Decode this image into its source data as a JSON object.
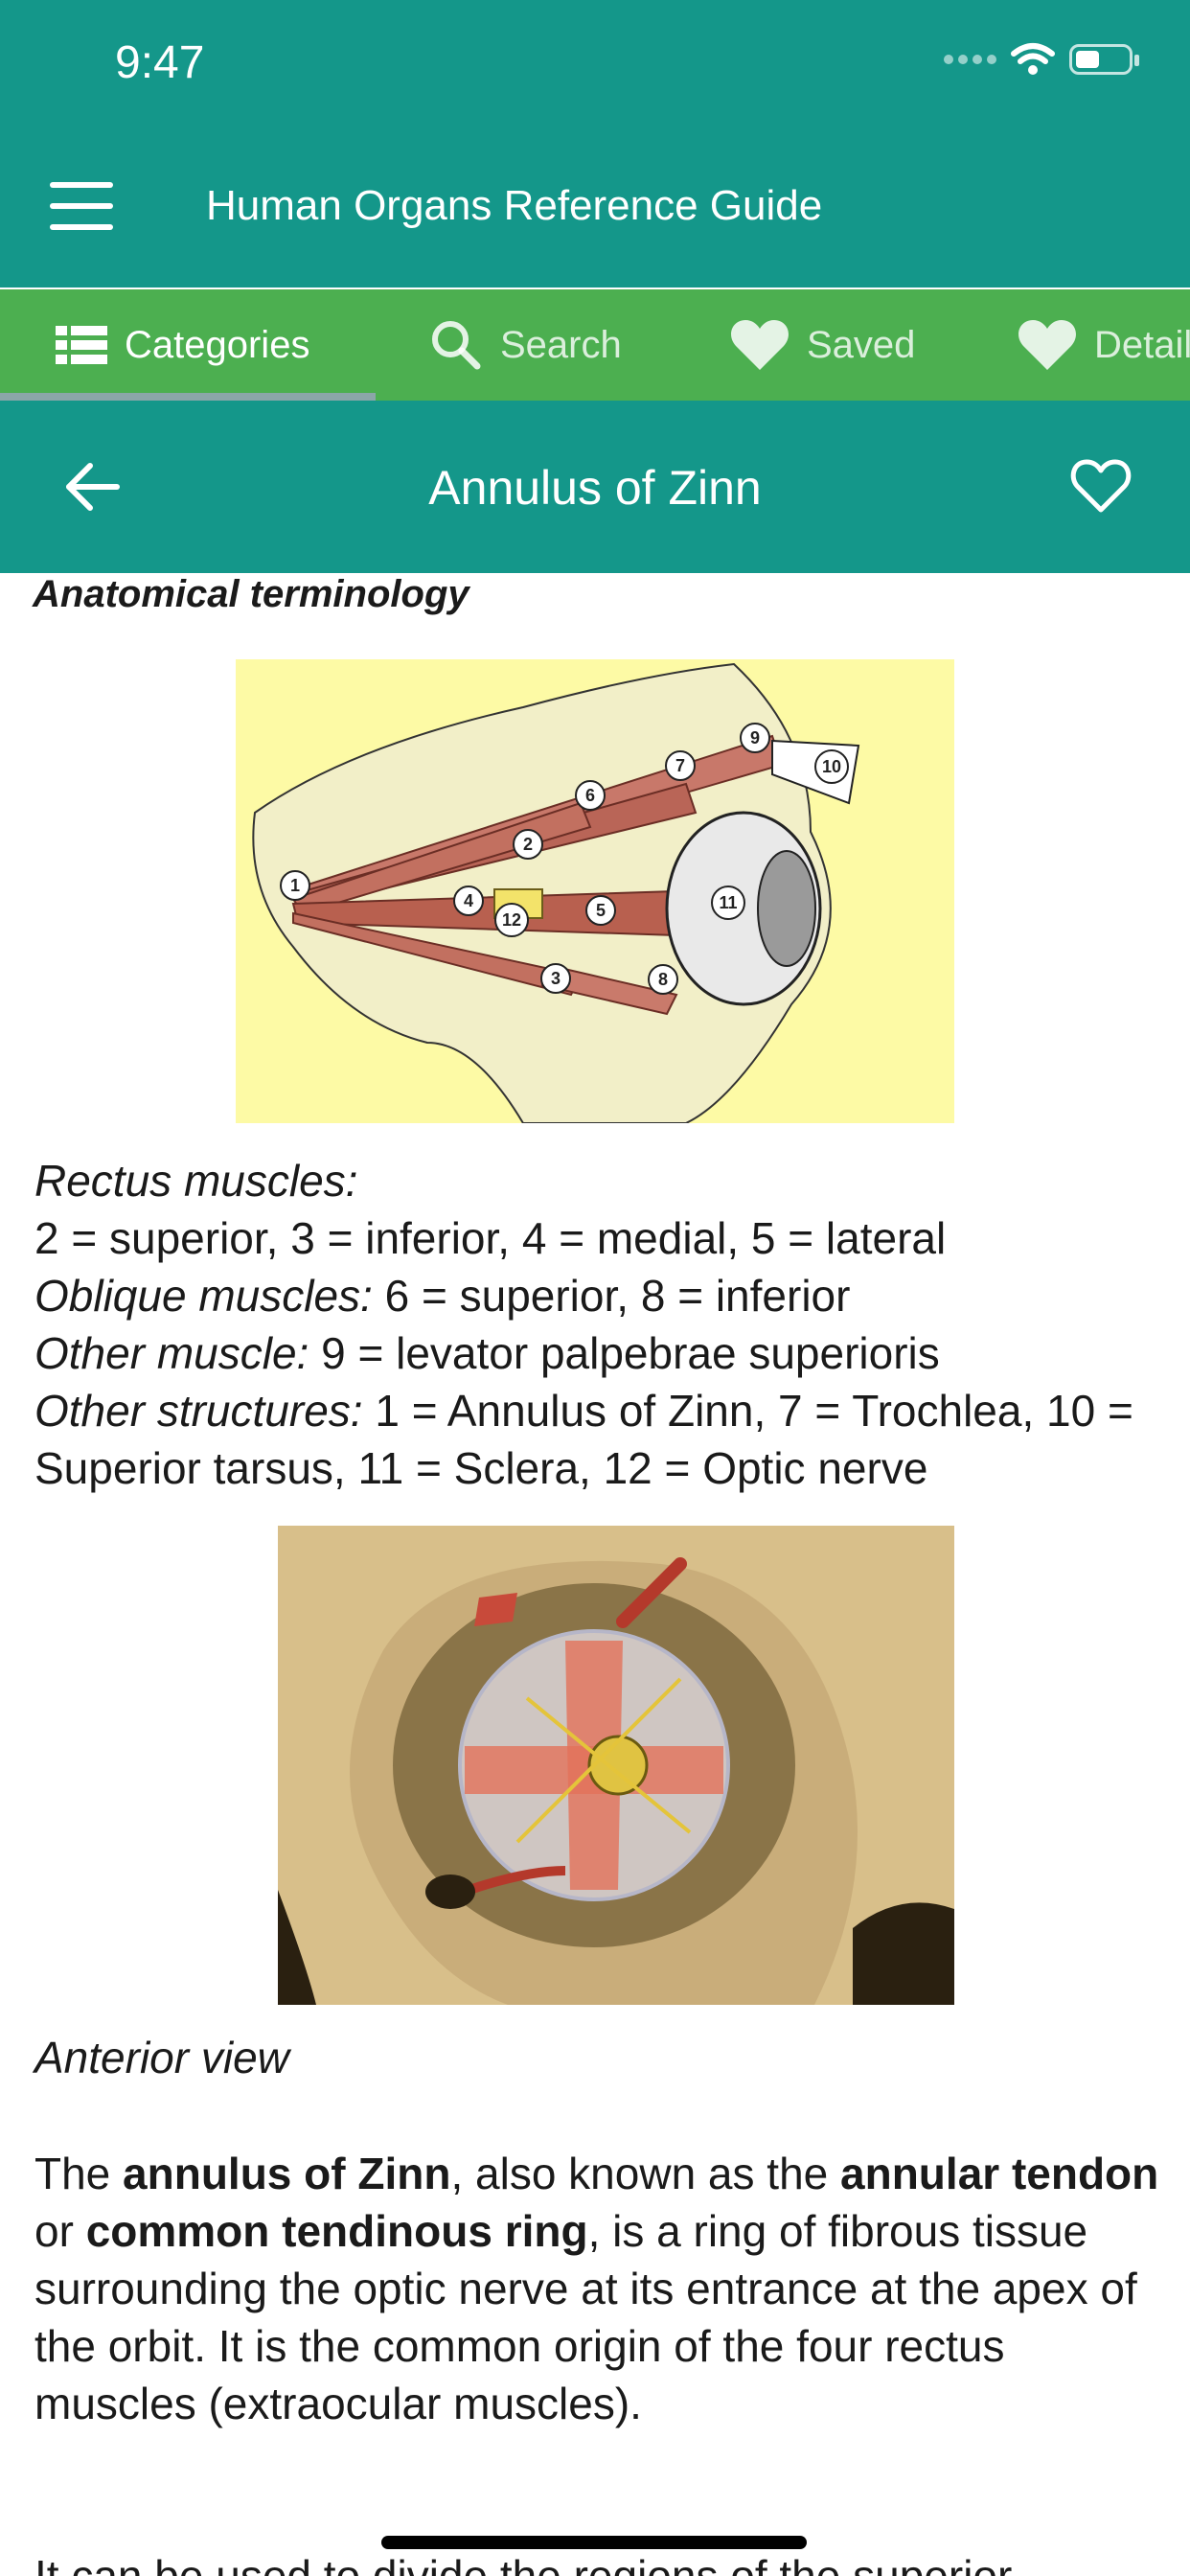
{
  "status": {
    "time": "9:47"
  },
  "appbar": {
    "title": "Human Organs Reference Guide"
  },
  "tabs": [
    {
      "label": "Categories",
      "icon": "list-icon",
      "active": true
    },
    {
      "label": "Search",
      "icon": "search-icon",
      "active": false
    },
    {
      "label": "Saved",
      "icon": "heart-icon",
      "active": false
    },
    {
      "label": "Details",
      "icon": "heart-icon",
      "active": false
    }
  ],
  "detail": {
    "title": "Annulus of Zinn"
  },
  "content": {
    "terminology": "Anatomical terminology",
    "fig1_numbers": [
      "1",
      "2",
      "3",
      "4",
      "5",
      "6",
      "7",
      "8",
      "9",
      "10",
      "11",
      "12"
    ],
    "caption": {
      "rectus_label": "Rectus muscles:",
      "rectus_text": "2 = superior, 3 = inferior, 4 = medial, 5 = lateral",
      "oblique_label": "Oblique muscles:",
      "oblique_text": " 6 = superior, 8 = inferior",
      "other_muscle_label": "Other muscle:",
      "other_muscle_text": " 9 = levator palpebrae superioris",
      "other_struct_label": "Other structures:",
      "other_struct_text": " 1 = Annulus of Zinn, 7 = Trochlea, 10 = Superior tarsus, 11 = Sclera, 12 = Optic nerve"
    },
    "anterior": "Anterior view",
    "paragraph": {
      "p1": "The ",
      "b1": "annulus of Zinn",
      "p2": ", also known as the ",
      "b2": "annular tendon",
      "p3": " or ",
      "b3": "common tendinous ring",
      "p4": ", is a ring of fibrous tissue surrounding the optic nerve at its entrance at the apex of the orbit. It is the common origin of the four rectus muscles (extraocular muscles)."
    },
    "paragraph2": "It can be used to divide the regions of the superior"
  },
  "colors": {
    "teal": "#14978a",
    "green": "#4caf50",
    "fig_bg": "#fdfaa5"
  }
}
